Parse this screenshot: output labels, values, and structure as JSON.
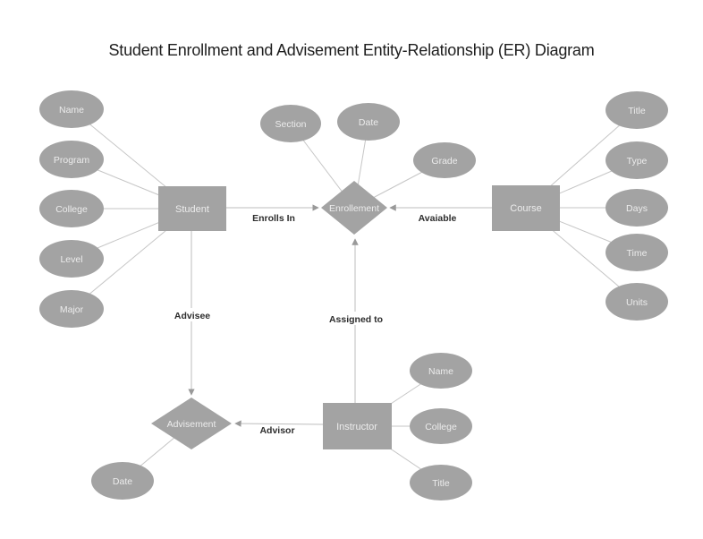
{
  "title": "Student Enrollment and Advisement Entity-Relationship (ER) Diagram",
  "entities": {
    "student": "Student",
    "course": "Course",
    "instructor": "Instructor"
  },
  "relationships": {
    "enrollement": "Enrollement",
    "advisement": "Advisement"
  },
  "attributes": {
    "student": [
      "Name",
      "Program",
      "College",
      "Level",
      "Major"
    ],
    "enrollement": [
      "Section",
      "Date",
      "Grade"
    ],
    "course": [
      "Title",
      "Type",
      "Days",
      "Time",
      "Units"
    ],
    "instructor": [
      "Name",
      "College",
      "Title"
    ],
    "advisement": [
      "Date"
    ]
  },
  "edge_labels": {
    "enrolls_in": "Enrolls In",
    "avaiable": "Avaiable",
    "advisee": "Advisee",
    "assigned_to": "Assigned to",
    "advisor": "Advisor"
  },
  "colors": {
    "background": "#ffffff",
    "shape_fill": "#a3a3a3",
    "shape_text": "#ececec",
    "connector_line": "#c6c6c6",
    "arrowhead": "#999999",
    "edge_label_text": "#2d2d2d",
    "title_text": "#1e1e1e"
  }
}
